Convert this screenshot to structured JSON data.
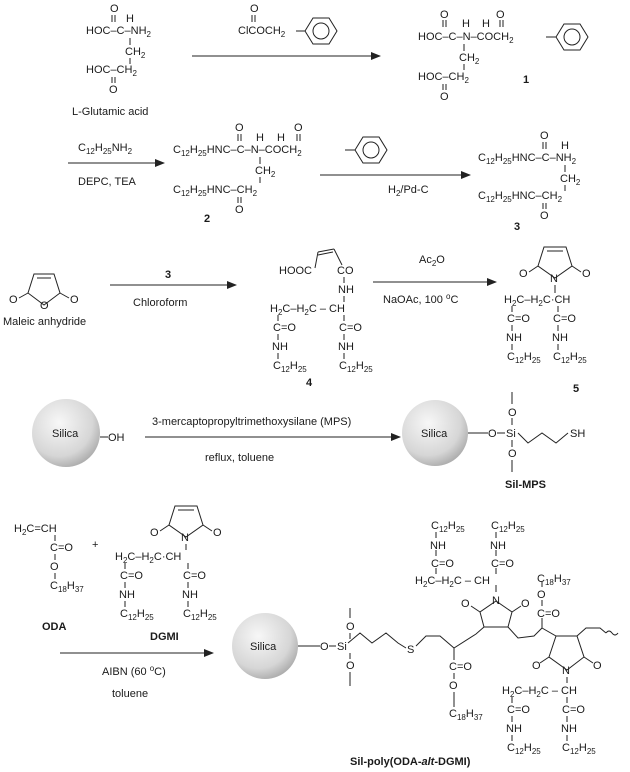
{
  "title": "Synthesis scheme of Sil-poly(ODA-alt-DGMI)",
  "colors": {
    "ink": "#1a1a1a",
    "silica_light": "#f4f4f4",
    "silica_dark": "#a8a8a8"
  },
  "compounds": {
    "glutamic_acid": {
      "name": "L-Glutamic acid",
      "row1": "HOC-C-NH2",
      "row2": "CH2",
      "row3": "HOC-CH2"
    },
    "c1": {
      "number": "1"
    },
    "c2": {
      "number": "2"
    },
    "c3": {
      "number": "3"
    },
    "maleic": {
      "name": "Maleic anhydride"
    },
    "c4": {
      "number": "4"
    },
    "c5": {
      "number": "5"
    },
    "sil_mps": {
      "name": "Sil-MPS"
    },
    "oda": {
      "name": "ODA"
    },
    "dgmi": {
      "name": "DGMI"
    },
    "product": {
      "name_pre": "Sil-poly(ODA-",
      "name_it": "alt",
      "name_post": "-DGMI)"
    }
  },
  "reactions": [
    {
      "step": 1,
      "above": "ClCOCH2-Ph",
      "below": ""
    },
    {
      "step": 2,
      "above": "C12H25NH2",
      "below": "DEPC, TEA"
    },
    {
      "step": 3,
      "above": "",
      "below": "H2/Pd-C"
    },
    {
      "step": 4,
      "above": "3",
      "below": "Chloroform"
    },
    {
      "step": 5,
      "above": "Ac2O",
      "below": "NaOAc, 100 oC"
    },
    {
      "step": 6,
      "above": "3-mercaptopropyltrimethoxysilane (MPS)",
      "below": "reflux, toluene"
    },
    {
      "step": 7,
      "above": "",
      "below": "AIBN (60 oC)",
      "below2": "toluene"
    }
  ],
  "labels": {
    "silica": "Silica",
    "oh": "OH",
    "plus": "+",
    "sh": "SH",
    "s": "S",
    "si": "Si",
    "o": "O",
    "n": "N",
    "hooc": "HOOC",
    "co": "CO",
    "nh": "NH",
    "ch": "CH",
    "c_eq_o": "C=O",
    "h2c_h2c": "H2C-H2C",
    "c12h25": "C12H25",
    "c18h37": "C18H37",
    "h2c_ch": "H2C=CH",
    "ac2o_a": "Ac",
    "ac2o_b": "O"
  }
}
